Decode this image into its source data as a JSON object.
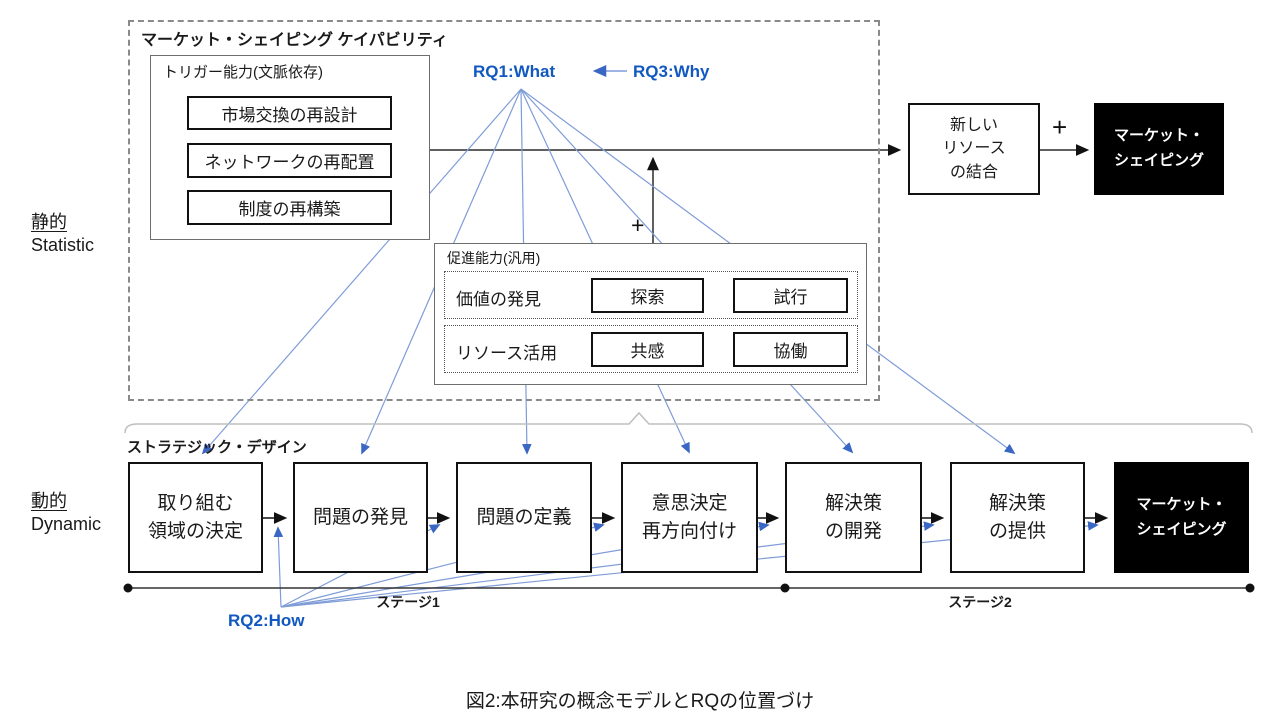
{
  "caption": "図2:本研究の概念モデルとRQの位置づけ",
  "rq": {
    "rq1": "RQ1:What",
    "rq2": "RQ2:How",
    "rq3": "RQ3:Why"
  },
  "side": {
    "static_jp": "静的",
    "static_en": "Statistic",
    "dynamic_jp": "動的",
    "dynamic_en": "Dynamic"
  },
  "capability": {
    "title": "マーケット・シェイピング ケイパビリティ",
    "trigger": {
      "title": "トリガー能力(文脈依存)",
      "items": [
        "市場交換の再設計",
        "ネットワークの再配置",
        "制度の再構築"
      ]
    },
    "facilitate": {
      "title": "促進能力(汎用)",
      "rows": [
        {
          "label": "価値の発見",
          "items": [
            "探索",
            "試行"
          ]
        },
        {
          "label": "リソース活用",
          "items": [
            "共感",
            "協働"
          ]
        }
      ]
    },
    "new_resource_lines": [
      "新しい",
      "リソース",
      "の結合"
    ],
    "plus": "+",
    "outcome_lines": [
      "マーケット・",
      "シェイピング"
    ]
  },
  "design": {
    "title": "ストラテジック・デザイン",
    "steps": [
      [
        "取り組む",
        "領域の決定"
      ],
      [
        "問題の発見"
      ],
      [
        "問題の定義"
      ],
      [
        "意思決定",
        "再方向付け"
      ],
      [
        "解決策",
        "の開発"
      ],
      [
        "解決策",
        "の提供"
      ]
    ],
    "outcome_lines": [
      "マーケット・",
      "シェイピング"
    ],
    "stage1": "ステージ1",
    "stage2": "ステージ2"
  },
  "colors": {
    "accent_blue": "#1158C0",
    "fan_blue": "#7F9CD8",
    "arrow_blue": "#3A66C4"
  }
}
